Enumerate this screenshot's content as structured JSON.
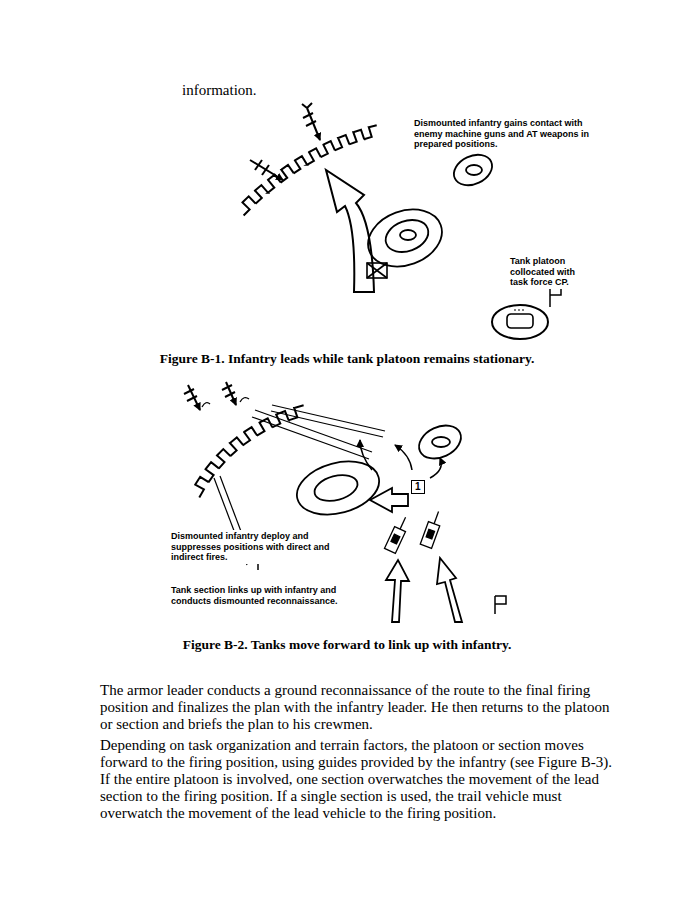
{
  "diagram": {
    "nodes": [
      {
        "text": [
          "1"
        ]
      }
    ],
    "labels": [
      "information.",
      "Dismounted infantry gains contact with enemy machine guns and AT weapons in prepared positions.",
      "Tank platoon collocated with task force CP.",
      "Figure B-1. Infantry leads while tank platoon remains stationary.",
      "Dismounted infantry deploy and suppresses positions with direct and indirect fires.",
      "Tank section links up with infantry and conducts dismounted reconnaissance.",
      "Figure B-2. Tanks move forward to link up with infantry.",
      "The armor leader conducts a ground reconnaissance of the route to the final firing position and finalizes the plan with the infantry leader. He then returns to the platoon or section and briefs the plan to his crewmen.",
      "Depending on task organization and terrain factors, the platoon or section moves forward to the firing position, using guides provided by the infantry (see Figure B-3). If the entire platoon is involved, one section overwatches the movement of the lead section to the firing position. If a single section is used, the trail vehicle must overwatch the movement of the lead vehicle to the firing position."
    ]
  }
}
